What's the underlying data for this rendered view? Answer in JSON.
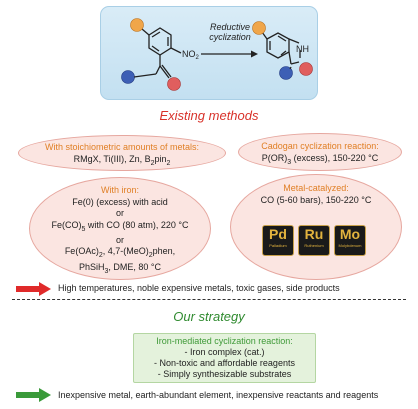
{
  "scheme": {
    "nitro_group": "NO2",
    "arrow_label_line1": "Reductive",
    "arrow_label_line2": "cyclization",
    "nh_label": "NH",
    "substituent_colors": [
      "#f0a64a",
      "#3d5fb5",
      "#e05e5e"
    ]
  },
  "existing": {
    "title": "Existing methods",
    "stoichiometric": {
      "label": "With stoichiometric amounts of metals:",
      "line": "RMgX, Ti(III), Zn, B2pin2"
    },
    "cadogan": {
      "label": "Cadogan cyclization reaction:",
      "line": "P(OR)3 (excess), 150-220 °C"
    },
    "iron": {
      "label": "With iron:",
      "lines": [
        "Fe(0) (excess) with acid",
        "or",
        "Fe(CO)5 with CO (80 atm), 220 °C",
        "or",
        "Fe(OAc)2, 4,7-(MeO)2phen,",
        "PhSiH3, DME, 80 °C"
      ]
    },
    "metal_catalyzed": {
      "label": "Metal-catalyzed:",
      "line": "CO (5-60 bars), 150-220 °C",
      "tiles": [
        {
          "symbol": "Pd",
          "name": "Palladium"
        },
        {
          "symbol": "Ru",
          "name": "Ruthenium"
        },
        {
          "symbol": "Mo",
          "name": "Molybdenum"
        }
      ]
    },
    "drawback": "High temperatures, noble expensive metals, toxic gases, side products",
    "drawback_color": "#e02a2a"
  },
  "strategy": {
    "title": "Our strategy",
    "label": "Iron-mediated cyclization reaction:",
    "items": [
      "- Iron complex (cat.)",
      "- Non-toxic and affordable reagents",
      "- Simply synthesizable substrates"
    ],
    "advantage": "Inexpensive metal, earth-abundant element, inexpensive reactants and reagents",
    "advantage_color": "#3a9a3a"
  }
}
